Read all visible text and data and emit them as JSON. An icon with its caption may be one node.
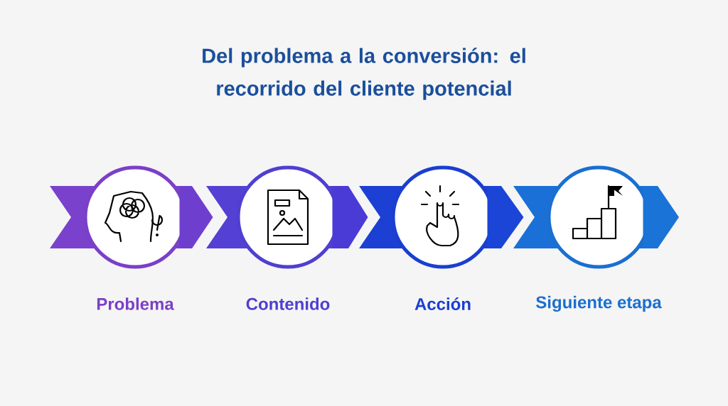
{
  "diagram": {
    "title": "Del problema a la conversión: el recorrido del cliente potencial",
    "nodes": [
      {
        "text": [
          "Problema"
        ]
      },
      {
        "text": [
          "Contenido"
        ]
      },
      {
        "text": [
          "Acción"
        ]
      },
      {
        "text": [
          "Siguiente etapa"
        ]
      }
    ],
    "edges": [
      {
        "from": 0,
        "to": 1,
        "arrow": "to",
        "color": "#6e3fcf"
      },
      {
        "from": 1,
        "to": 2,
        "arrow": "to",
        "color": "#4a3bd6"
      },
      {
        "from": 2,
        "to": 3,
        "arrow": "to",
        "color": "#1b45d6"
      },
      {
        "from": 3,
        "to": null,
        "arrow": "to",
        "color": "#1a73d6"
      }
    ]
  }
}
